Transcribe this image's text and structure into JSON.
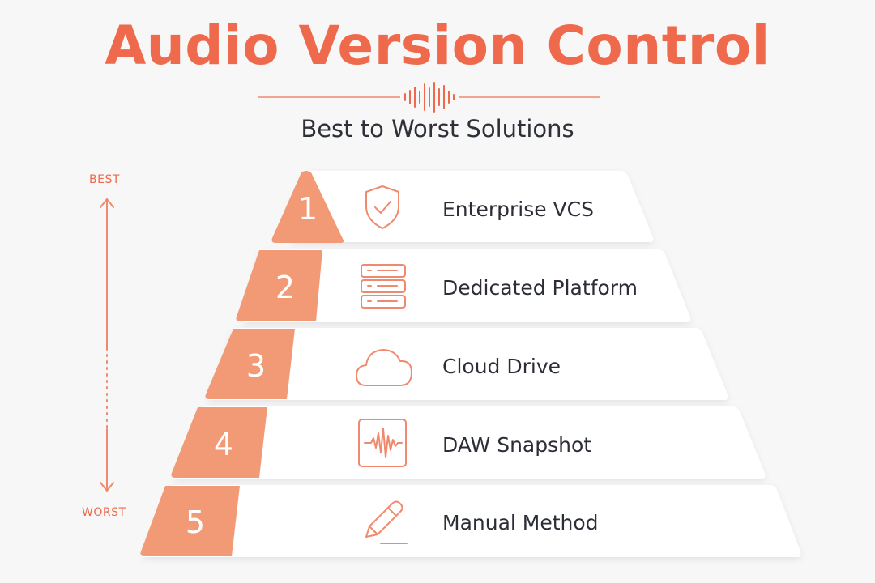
{
  "header": {
    "title": "Audio Version Control",
    "subtitle": "Best to Worst Solutions"
  },
  "scale": {
    "top_label": "BEST",
    "bottom_label": "WORST"
  },
  "colors": {
    "accent": "#ef6a4c",
    "tier_fill": "#f29a76",
    "text": "#2b2e36",
    "card": "#ffffff",
    "background": "#f7f7f8"
  },
  "tiers": [
    {
      "rank": "1",
      "label": "Enterprise VCS",
      "icon": "shield-check-icon"
    },
    {
      "rank": "2",
      "label": "Dedicated Platform",
      "icon": "server-stack-icon"
    },
    {
      "rank": "3",
      "label": "Cloud Drive",
      "icon": "cloud-icon"
    },
    {
      "rank": "4",
      "label": "DAW Snapshot",
      "icon": "waveform-icon"
    },
    {
      "rank": "5",
      "label": "Manual Method",
      "icon": "pencil-icon"
    }
  ]
}
